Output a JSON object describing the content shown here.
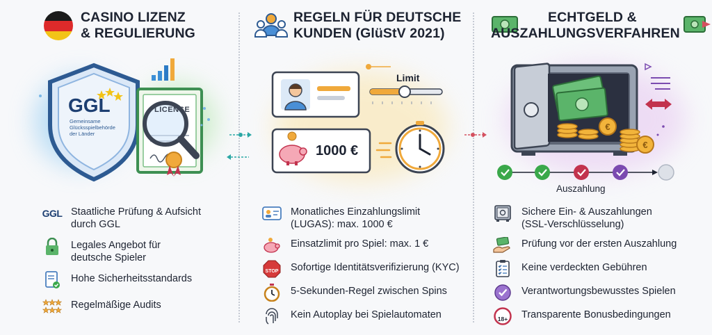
{
  "columns": [
    {
      "title_lines": [
        "CASINO LIZENZ",
        "& REGULIERUNG"
      ],
      "shield_abbr": "GGL",
      "shield_text_lines": [
        "Gemeinsame",
        "Glücksspielbehörde",
        "der Länder"
      ],
      "license_label": "LICENSE",
      "items": [
        {
          "icon": "ggl-logo-icon",
          "icon_text": "GGL",
          "lines": [
            "Staatliche Prüfung & Aufsicht",
            "durch GGL"
          ]
        },
        {
          "icon": "padlock-icon",
          "lines": [
            "Legales Angebot für",
            "deutsche Spieler"
          ]
        },
        {
          "icon": "document-check-icon",
          "lines": [
            "Hohe Sicherheitsstandards"
          ]
        },
        {
          "icon": "star-rating-icon",
          "lines": [
            "Regelmäßige Audits"
          ]
        }
      ]
    },
    {
      "title_lines": [
        "REGELN FÜR DEUTSCHE",
        "KUNDEN (GlüStV 2021)"
      ],
      "limit_label": "Limit",
      "deposit_amount": "1000 €",
      "items": [
        {
          "icon": "id-card-icon",
          "lines": [
            "Monatliches Einzahlungslimit",
            "(LUGAS): max. 1000 €"
          ]
        },
        {
          "icon": "piggy-bank-icon",
          "lines": [
            "Einsatzlimit pro Spiel: max. 1 €"
          ]
        },
        {
          "icon": "stop-sign-icon",
          "icon_text": "STOP",
          "lines": [
            "Sofortige Identitätsverifizierung (KYC)"
          ]
        },
        {
          "icon": "stopwatch-icon",
          "lines": [
            "5-Sekunden-Regel zwischen Spins"
          ]
        },
        {
          "icon": "fingerprint-icon",
          "lines": [
            "Kein Autoplay bei Spielautomaten"
          ]
        }
      ]
    },
    {
      "title_lines": [
        "ECHTGELD &",
        "AUSZAHLUNGSVERFAHREN"
      ],
      "payout_label": "Auszahlung",
      "items": [
        {
          "icon": "safe-icon",
          "lines": [
            "Sichere Ein- & Auszahlungen",
            "(SSL-Verschlüsselung)"
          ]
        },
        {
          "icon": "hand-money-icon",
          "lines": [
            "Prüfung vor der ersten Auszahlung"
          ]
        },
        {
          "icon": "checklist-icon",
          "lines": [
            "Keine verdeckten Gebühren"
          ]
        },
        {
          "icon": "check-circle-icon",
          "lines": [
            "Verantwortungsbewusstes Spielen"
          ]
        },
        {
          "icon": "age-18-icon",
          "icon_text": "18+",
          "lines": [
            "Transparente Bonusbedingungen"
          ]
        }
      ]
    }
  ],
  "colors": {
    "flag_black": "#1b1b1b",
    "flag_red": "#dd2a2a",
    "flag_gold": "#f2c318",
    "shield_blue": "#2d5a92",
    "step_green": "#3aa84a",
    "step_red": "#c2334e",
    "step_purple": "#7b4bb0",
    "connector_teal": "#2aa7a5",
    "connector_red": "#d4505f"
  }
}
